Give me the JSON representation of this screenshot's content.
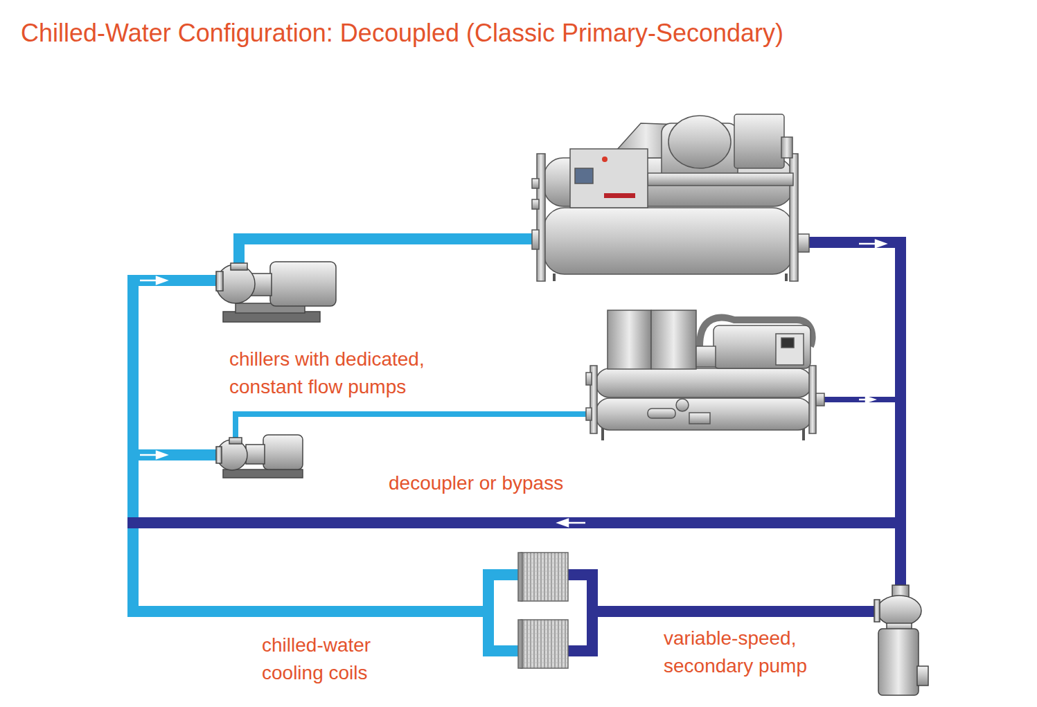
{
  "diagram": {
    "title": "Chilled-Water Configuration: Decoupled (Classic Primary-Secondary)",
    "labels": [
      "chillers with dedicated, constant flow pumps",
      "decoupler or bypass",
      "chilled-water cooling coils",
      "variable-speed, secondary pump"
    ]
  }
}
